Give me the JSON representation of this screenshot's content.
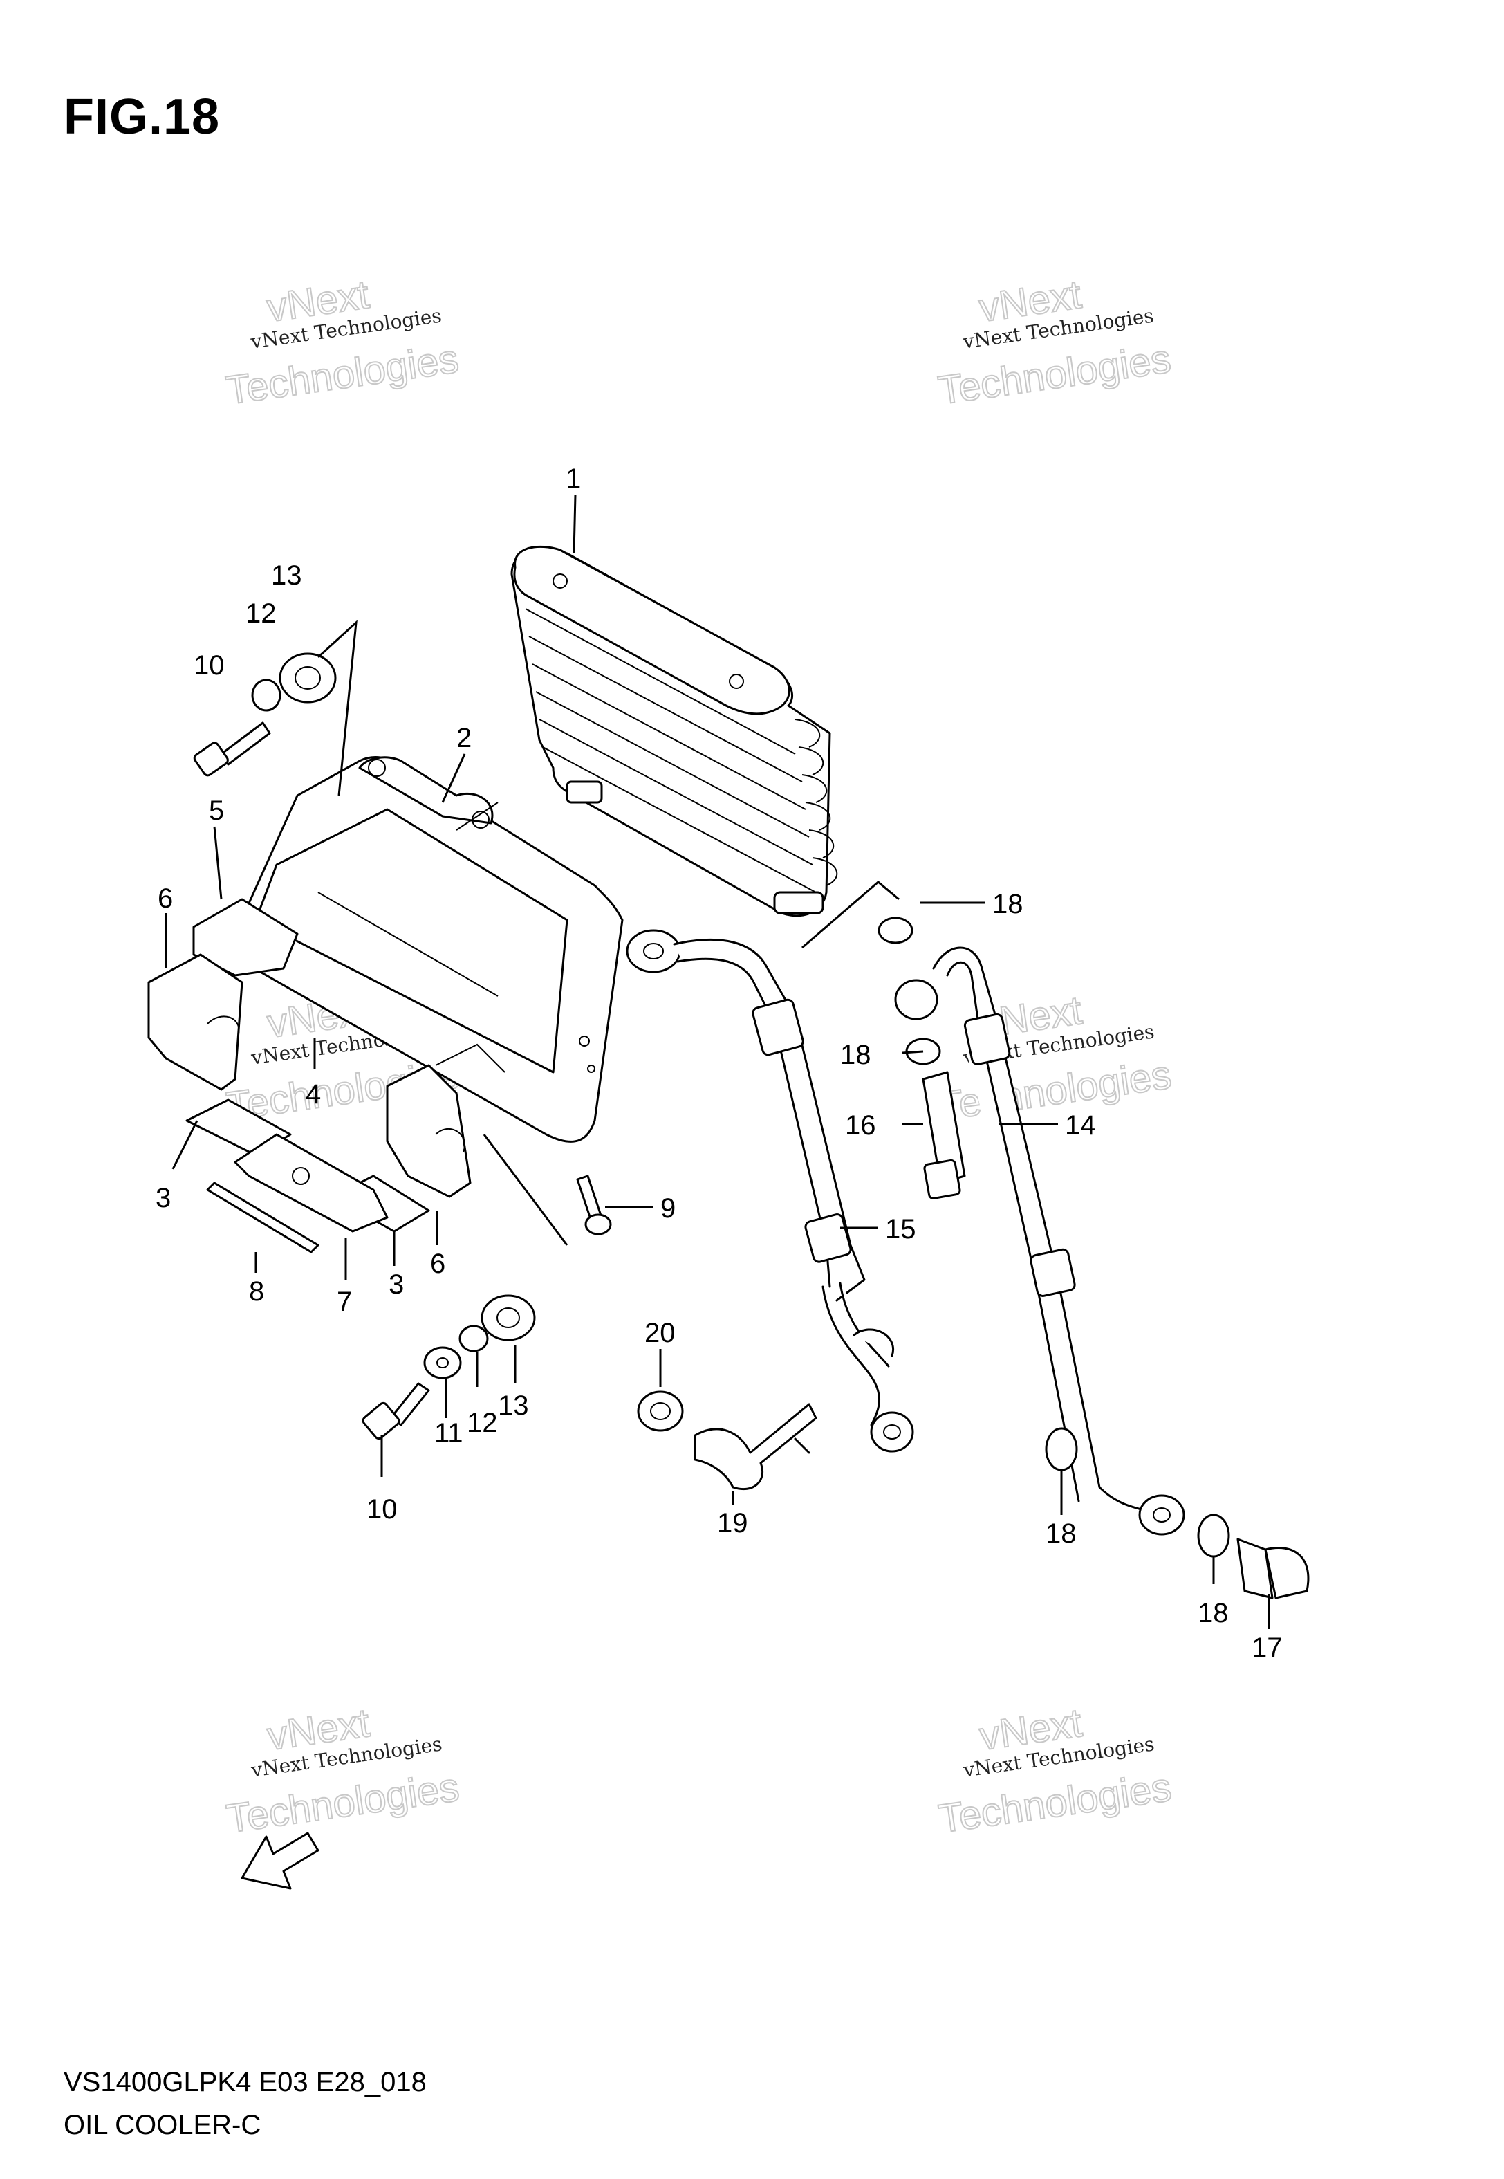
{
  "header": {
    "fig_title": "FIG.18"
  },
  "footer": {
    "model_code": "VS1400GLPK4 E03 E28_018",
    "section_name": "OIL COOLER-C"
  },
  "watermark": {
    "line1": "vNext Technologies",
    "line2": "vNext",
    "line3": "Technologies"
  },
  "fwd_label": "FWD",
  "callouts": [
    "1",
    "2",
    "3",
    "3",
    "4",
    "5",
    "6",
    "6",
    "7",
    "8",
    "9",
    "10",
    "10",
    "11",
    "12",
    "12",
    "13",
    "13",
    "14",
    "15",
    "16",
    "17",
    "18",
    "18",
    "18",
    "18",
    "19",
    "20"
  ]
}
